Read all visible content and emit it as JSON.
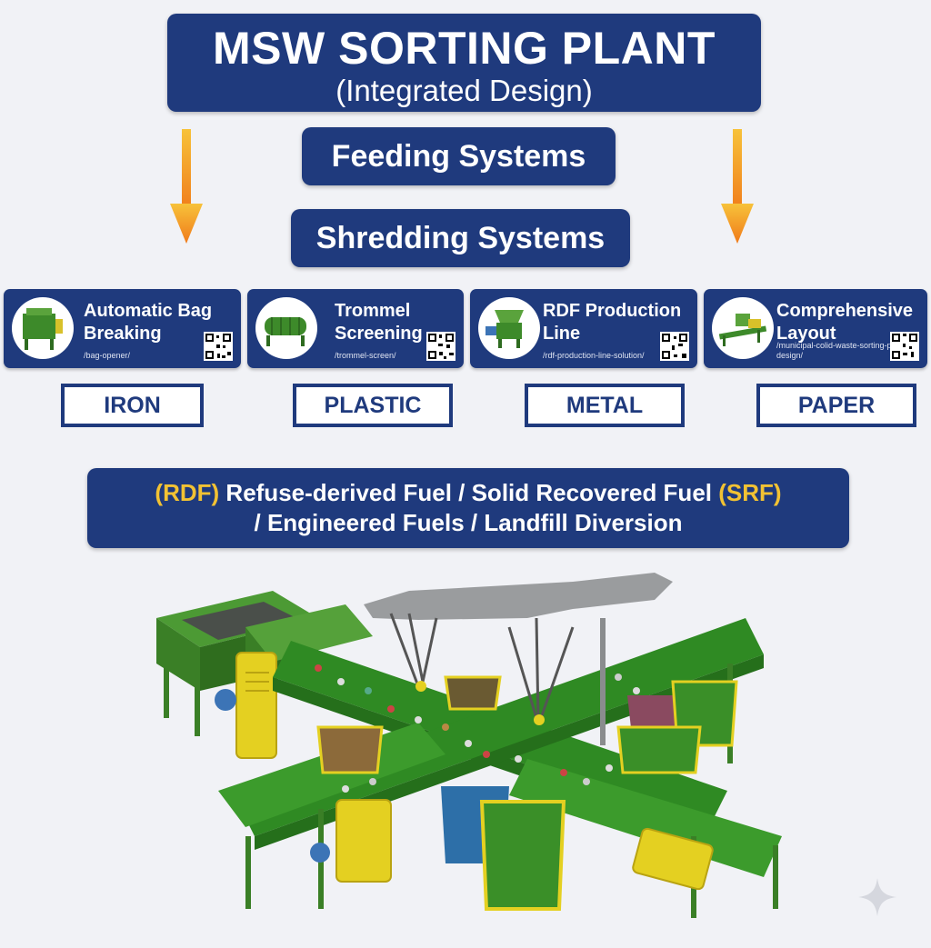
{
  "title": {
    "main": "MSW SORTING PLANT",
    "sub": "(Integrated Design)"
  },
  "feeding": "Feeding Systems",
  "shredding": "Shredding Systems",
  "cards": [
    {
      "title": "Automatic Bag Breaking",
      "url": "/bag-opener/"
    },
    {
      "title": "Trommel Screening",
      "url": "/trommel-screen/"
    },
    {
      "title": "RDF Production Line",
      "url": "/rdf-production-line-solution/"
    },
    {
      "title": "Comprehensive Layout",
      "url": "/municipal-colid-waste-sorting-plant-design/"
    }
  ],
  "materials": [
    "IRON",
    "PLASTIC",
    "METAL",
    "PAPER"
  ],
  "fuel": {
    "rdf": "(RDF)",
    "line1_middle": " Refuse-derived Fuel / Solid Recovered Fuel ",
    "srf": "(SRF)",
    "line2": "/ Engineered Fuels / Landfill Diversion"
  },
  "colors": {
    "navy": "#1f3a7d",
    "accent_yellow": "#f2c233",
    "arrow_orange": "#f28c1e",
    "machine_green": "#3d8a2a"
  }
}
